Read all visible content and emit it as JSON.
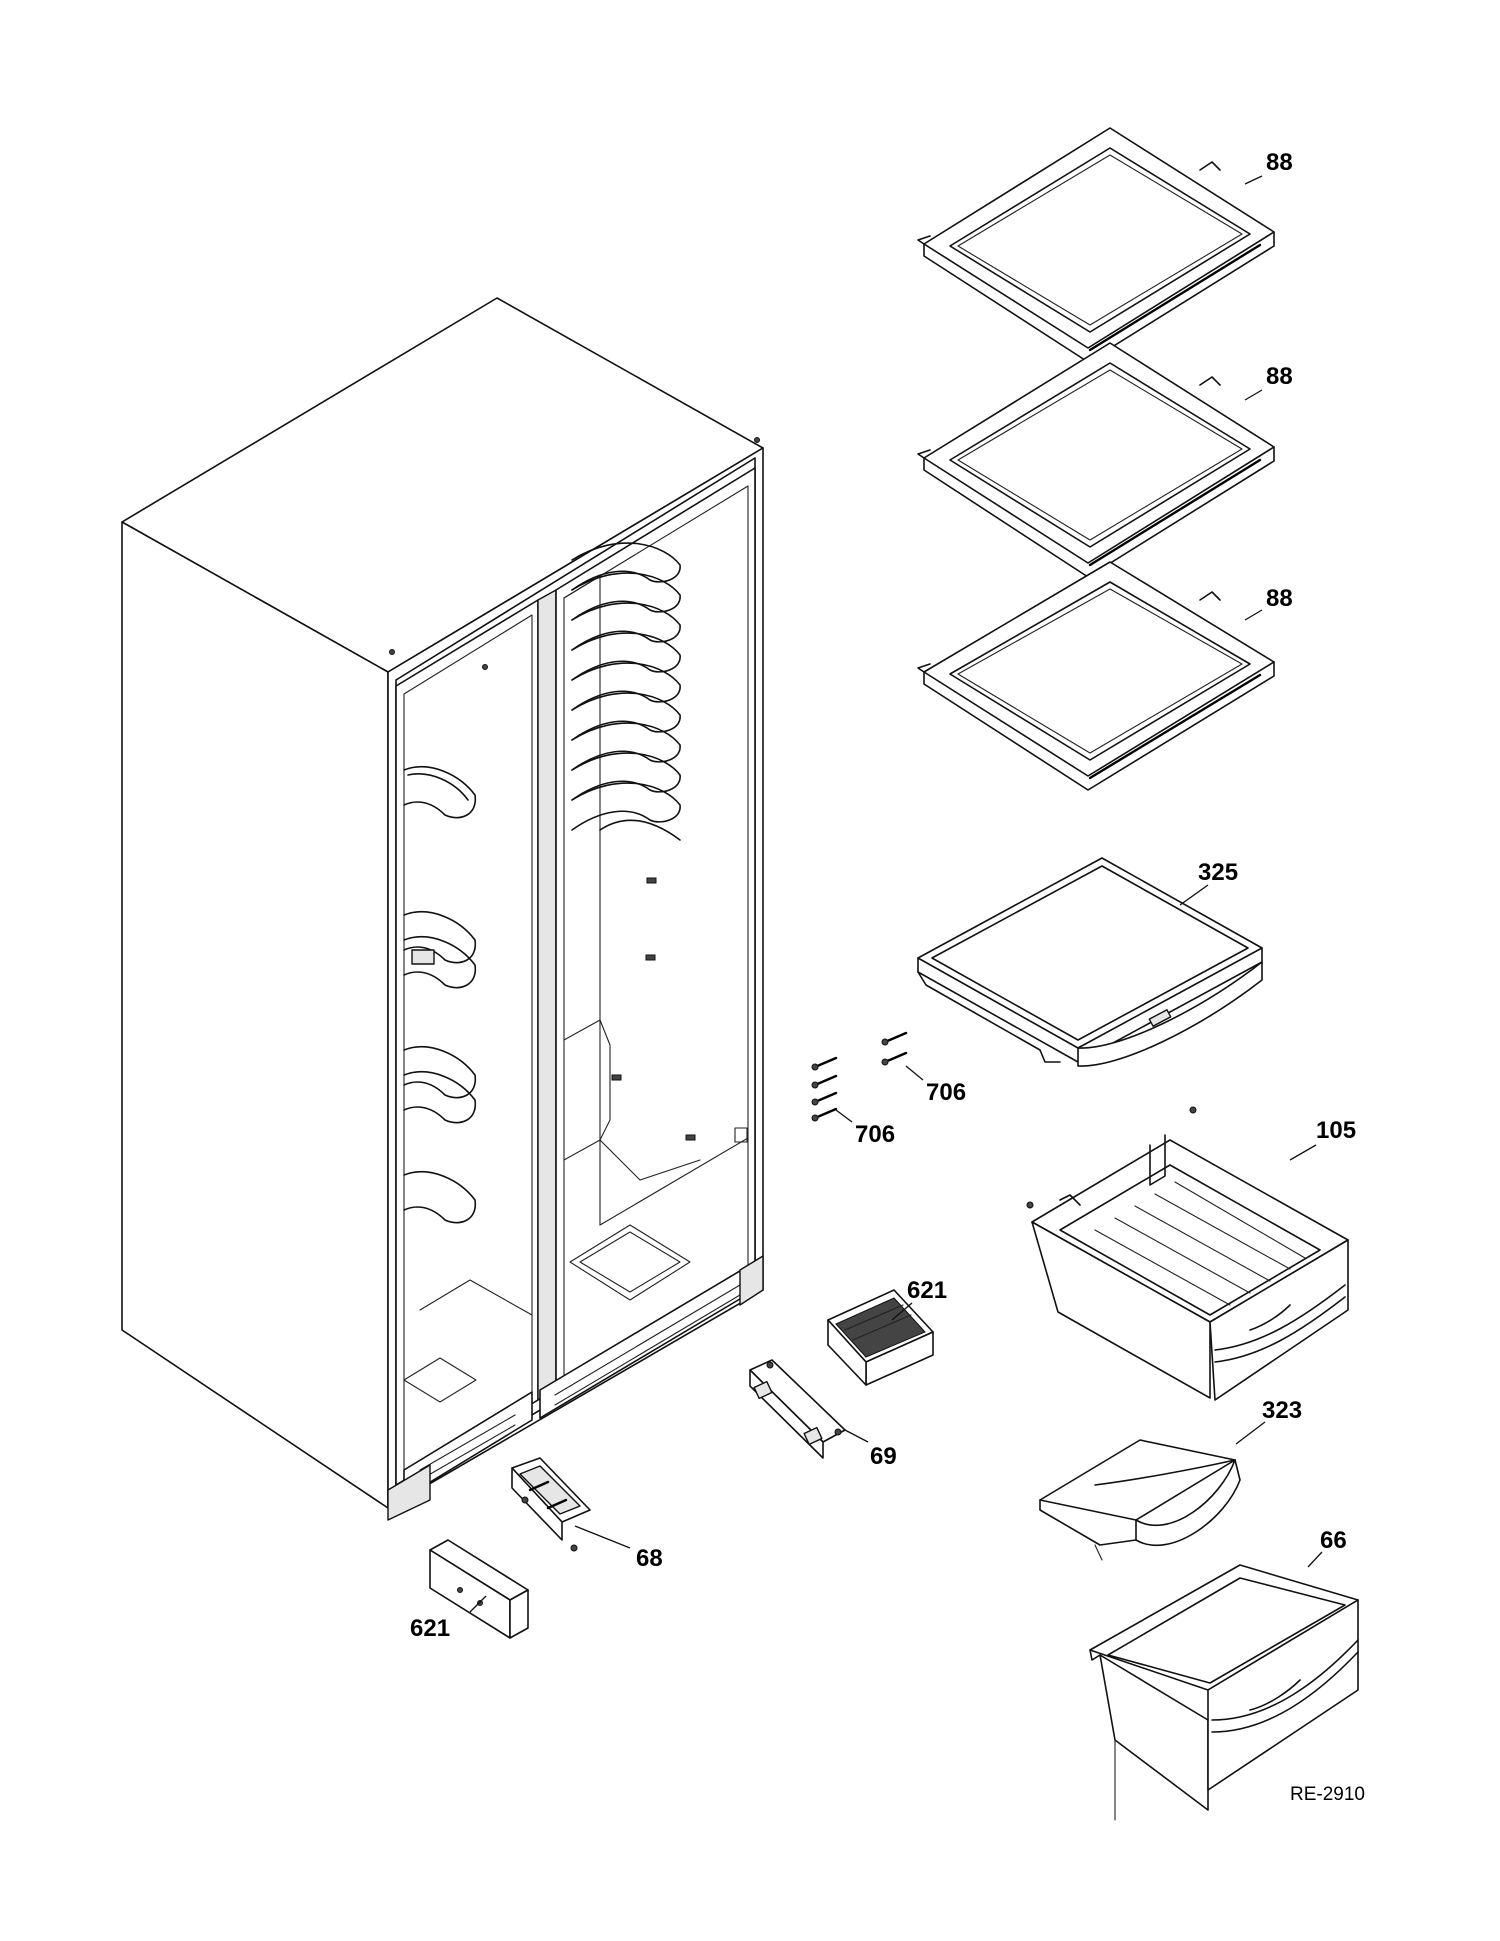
{
  "diagram": {
    "callouts": {
      "shelf_1": "88",
      "shelf_2": "88",
      "shelf_3": "88",
      "shelf_325": "325",
      "screws_upper": "706",
      "screws_lower": "706",
      "pan_105": "105",
      "grille_upper": "621",
      "bracket_69": "69",
      "bracket_68": "68",
      "grille_lower": "621",
      "cover_323": "323",
      "bin_66": "66"
    },
    "document_ref": "RE-2910"
  }
}
